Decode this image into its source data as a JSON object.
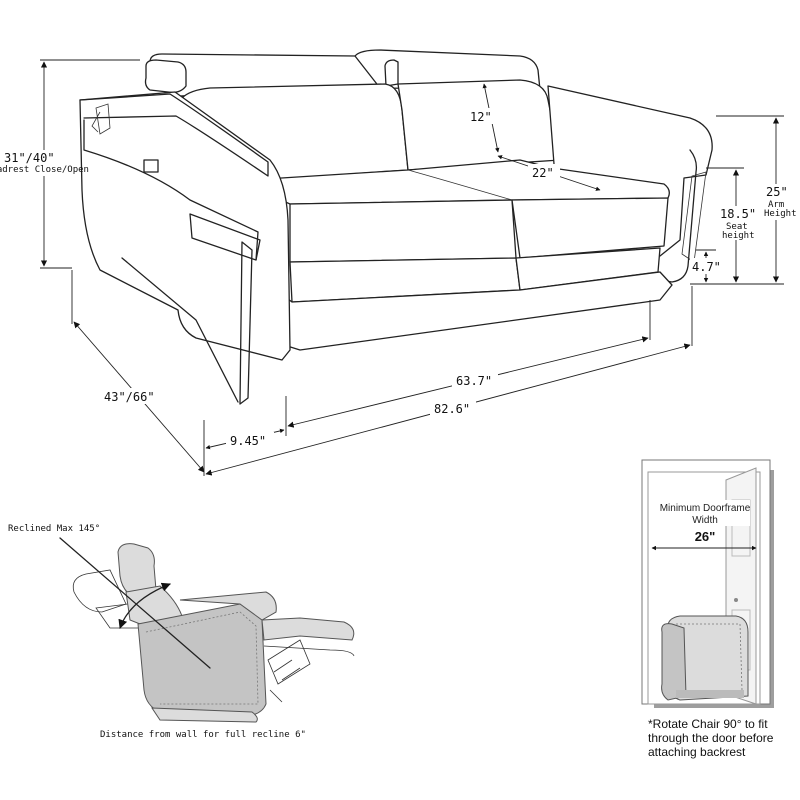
{
  "dimensions": {
    "height": "31\"/40\"",
    "height_note": "Headrest Close/Open",
    "back_depth": "12\"",
    "seat_width": "22\"",
    "arm_height": "25\"",
    "arm_height_label": "Arm\nHeight",
    "seat_height": "18.5\"",
    "seat_height_label": "Seat\nheight",
    "leg_height": "4.7\"",
    "depth": "43\"/66\"",
    "inner_width": "63.7\"",
    "total_width": "82.6\"",
    "arm_width": "9.45\""
  },
  "recliner": {
    "reclined_label": "Reclined Max 145°",
    "wall_distance_label": "Distance from wall for full recline 6\""
  },
  "doorframe": {
    "title_line1": "Minimum Doorframe",
    "title_line2": "Width",
    "width": "26\"",
    "caption_line1": "*Rotate Chair 90° to fit",
    "caption_line2": "through the door before",
    "caption_line3": "attaching backrest"
  },
  "colors": {
    "line": "#222222",
    "chair_fill": "#dcdcdc",
    "door_shadow": "#9e9e9e"
  }
}
